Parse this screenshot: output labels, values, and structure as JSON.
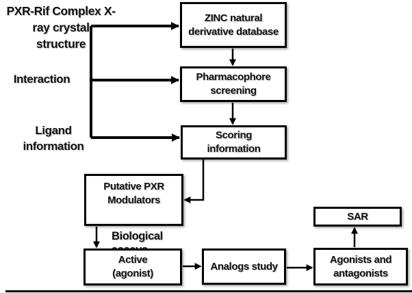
{
  "figure": {
    "type": "flowchart",
    "background": "#ffffff",
    "colors": {
      "line": "#000000",
      "box_border": "#000000",
      "box_fill": "#ffffff",
      "text": "#121212"
    }
  },
  "labels": {
    "crystal_structure": "PXR-Rif Complex X-\nray crystal\nstructure",
    "interaction": "Interaction",
    "ligand_information": "Ligand\ninformation",
    "biological_assays": "Biological assays"
  },
  "nodes": {
    "zinc_database": "ZINC natural\nderivative database",
    "pharmacophore_screening": "Pharmacophore\nscreening",
    "scoring_information": "Scoring\ninformation",
    "putative_modulators": "Putative PXR\nModulators",
    "active_agonist": "Active\n(agonist)",
    "analogs_study": "Analogs study",
    "agonists_antagonists": "Agonists and\nantagonists",
    "sar": "SAR"
  }
}
